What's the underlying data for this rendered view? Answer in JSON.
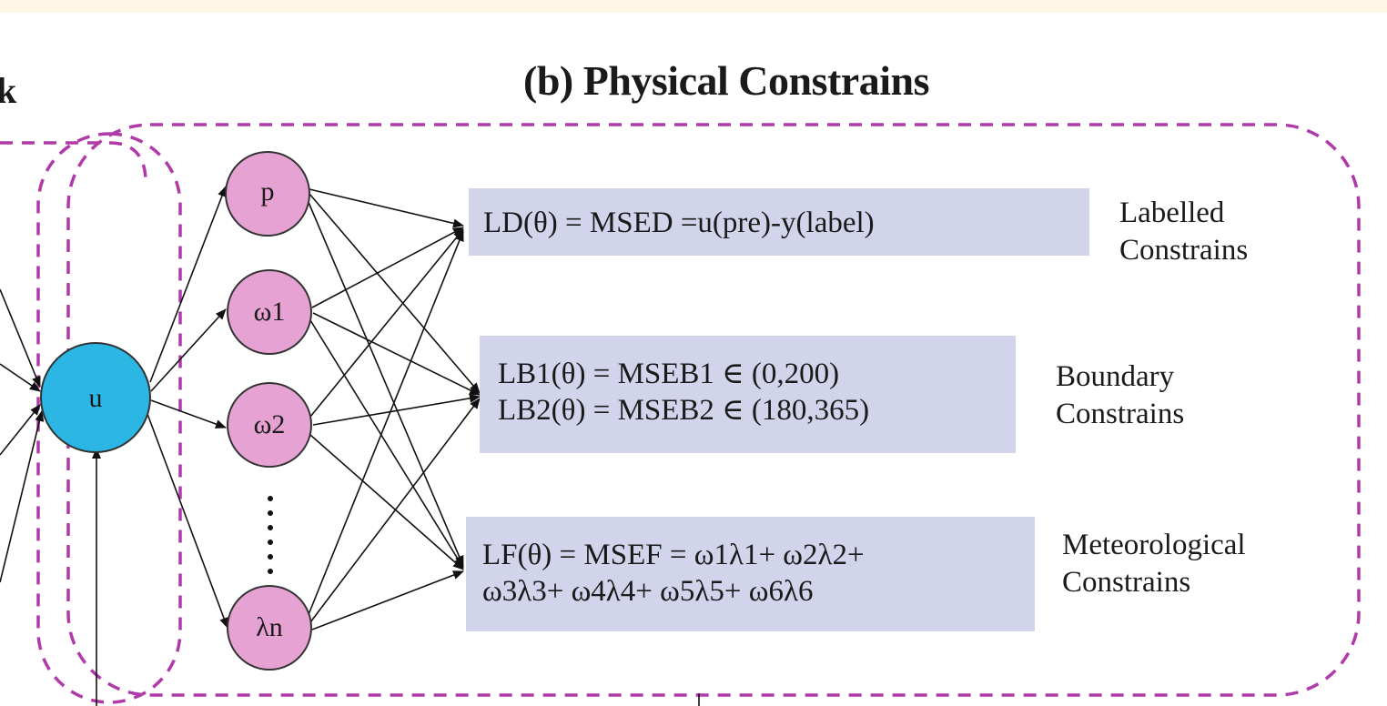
{
  "title": "(b) Physical Constrains",
  "left_fragment": "k",
  "nodes": {
    "u": "u",
    "outputs": [
      "p",
      "ω1",
      "ω2",
      "λn"
    ]
  },
  "constraints": [
    {
      "lines": [
        "LD(θ) = MSED =u(pre)-y(label)"
      ],
      "note": [
        "Labelled",
        "Constrains"
      ]
    },
    {
      "lines": [
        "LB1(θ) = MSEB1 ∈ (0,200)",
        "LB2(θ) = MSEB2 ∈ (180,365)"
      ],
      "note": [
        "Boundary",
        "Constrains"
      ]
    },
    {
      "lines": [
        "LF(θ) = MSEF = ω1λ1+ ω2λ2+",
        "ω3λ3+ ω4λ4+ ω5λ5+ ω6λ6"
      ],
      "note": [
        "Meteorological",
        "Constrains"
      ]
    }
  ],
  "colors": {
    "dashed_border": "#b03aa8",
    "u_node": "#2bb6e3",
    "output_node": "#e5a2d2",
    "box_fill": "#d2d4ec",
    "top_strip": "#fdf6e4"
  }
}
